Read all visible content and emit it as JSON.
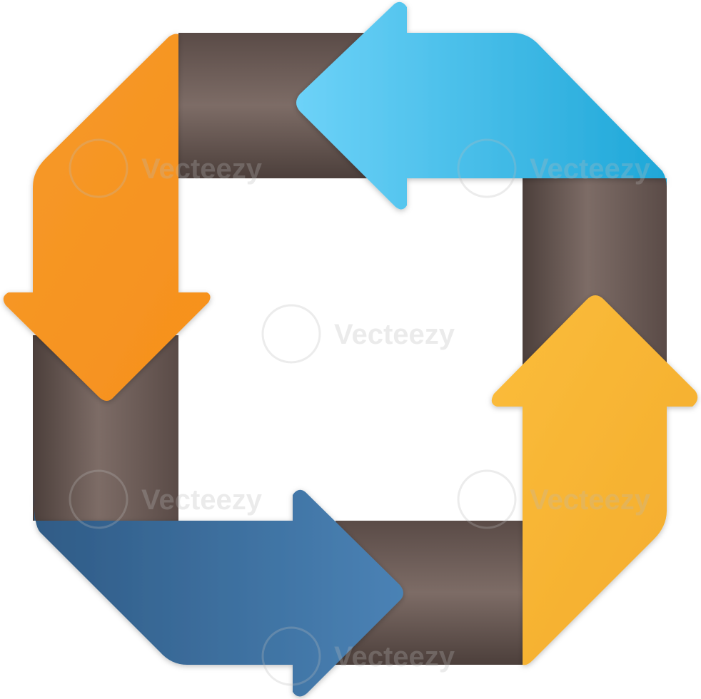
{
  "diagram": {
    "type": "cycle-arrows",
    "colors": {
      "band": "#6f605b",
      "band_light": "#807069",
      "band_dark": "#4a3d39",
      "arrow_orange": "#f7921e",
      "arrow_blue_light": "#35bfee",
      "arrow_yellow": "#fbb63a",
      "arrow_blue_dark": "#3d71a3"
    },
    "arrows": [
      {
        "id": "orange",
        "direction": "down",
        "icon": "arrow-down-icon",
        "color": "#f7921e"
      },
      {
        "id": "light-blue",
        "direction": "left",
        "icon": "arrow-left-icon",
        "color": "#35bfee"
      },
      {
        "id": "yellow",
        "direction": "up",
        "icon": "arrow-up-icon",
        "color": "#fbb63a"
      },
      {
        "id": "dark-blue",
        "direction": "right",
        "icon": "arrow-right-icon",
        "color": "#3d71a3"
      }
    ]
  },
  "watermark": {
    "text": "Vecteezy",
    "logo": "vecteezy-logo-icon"
  }
}
